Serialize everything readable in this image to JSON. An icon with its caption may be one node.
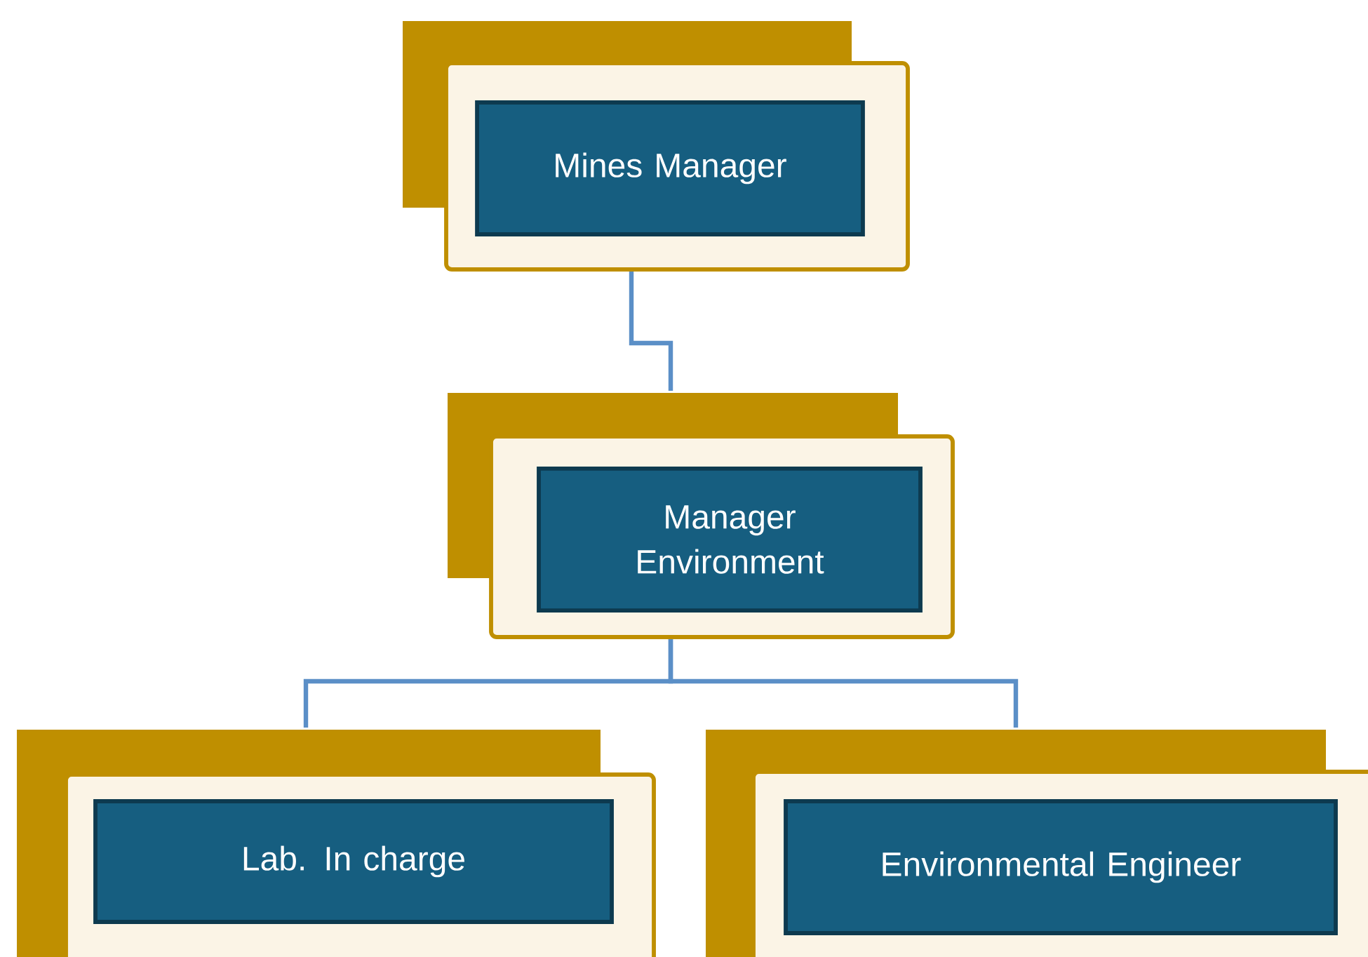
{
  "diagram": {
    "nodes": [
      {
        "text": [
          "Mines Manager"
        ]
      },
      {
        "text": [
          "Manager Environment"
        ]
      },
      {
        "text": [
          "Lab. In charge"
        ]
      },
      {
        "text": [
          "Environmental  Engineer"
        ]
      }
    ],
    "edges": [
      {
        "from": 0,
        "to": 1,
        "arrow": "none"
      },
      {
        "from": 1,
        "to": 2,
        "arrow": "none"
      },
      {
        "from": 1,
        "to": 3,
        "arrow": "none"
      }
    ]
  }
}
